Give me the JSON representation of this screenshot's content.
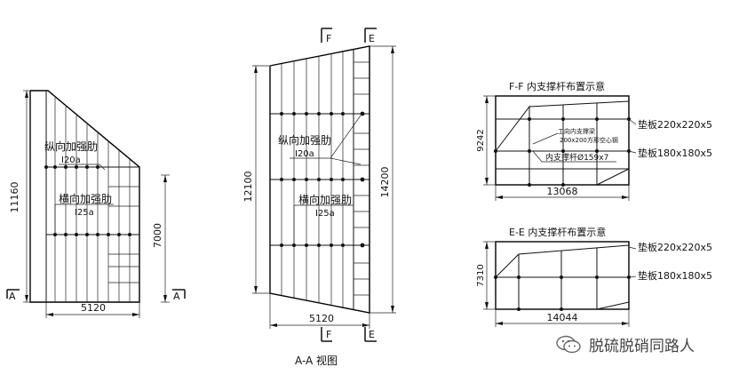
{
  "left_elevation": {
    "height_total": "11160",
    "height_lower": "7000",
    "width": "5120",
    "rib_long_label": "纵向加强肋",
    "rib_long_spec": "I20a",
    "rib_trans_label": "横向加强肋",
    "rib_trans_spec": "I25a",
    "section_mark": "A"
  },
  "aa_view": {
    "title": "A-A 视图",
    "height_left": "12100",
    "height_right": "14200",
    "width": "5120",
    "rib_long_label": "纵向加强肋",
    "rib_long_spec": "I20a",
    "rib_trans_label": "横向加强肋",
    "rib_trans_spec": "I25a",
    "section_f": "F",
    "section_e": "E"
  },
  "ff_detail": {
    "title": "F-F 内支撑杆布置示意",
    "height": "9242",
    "width": "13068",
    "beam_label": "工向内支撑梁",
    "beam_spec": "200x200方形空心钢",
    "strut_label": "内支撑杆Ø159x7",
    "plate_large": "垫板220x220x5",
    "plate_small": "垫板180x180x5"
  },
  "ee_detail": {
    "title": "E-E 内支撑杆布置示意",
    "height": "7310",
    "width": "14044",
    "plate_large": "垫板220x220x5",
    "plate_small": "垫板180x180x5"
  },
  "watermark": {
    "text": "脱硫脱硝同路人",
    "icon": "wechat-icon"
  }
}
